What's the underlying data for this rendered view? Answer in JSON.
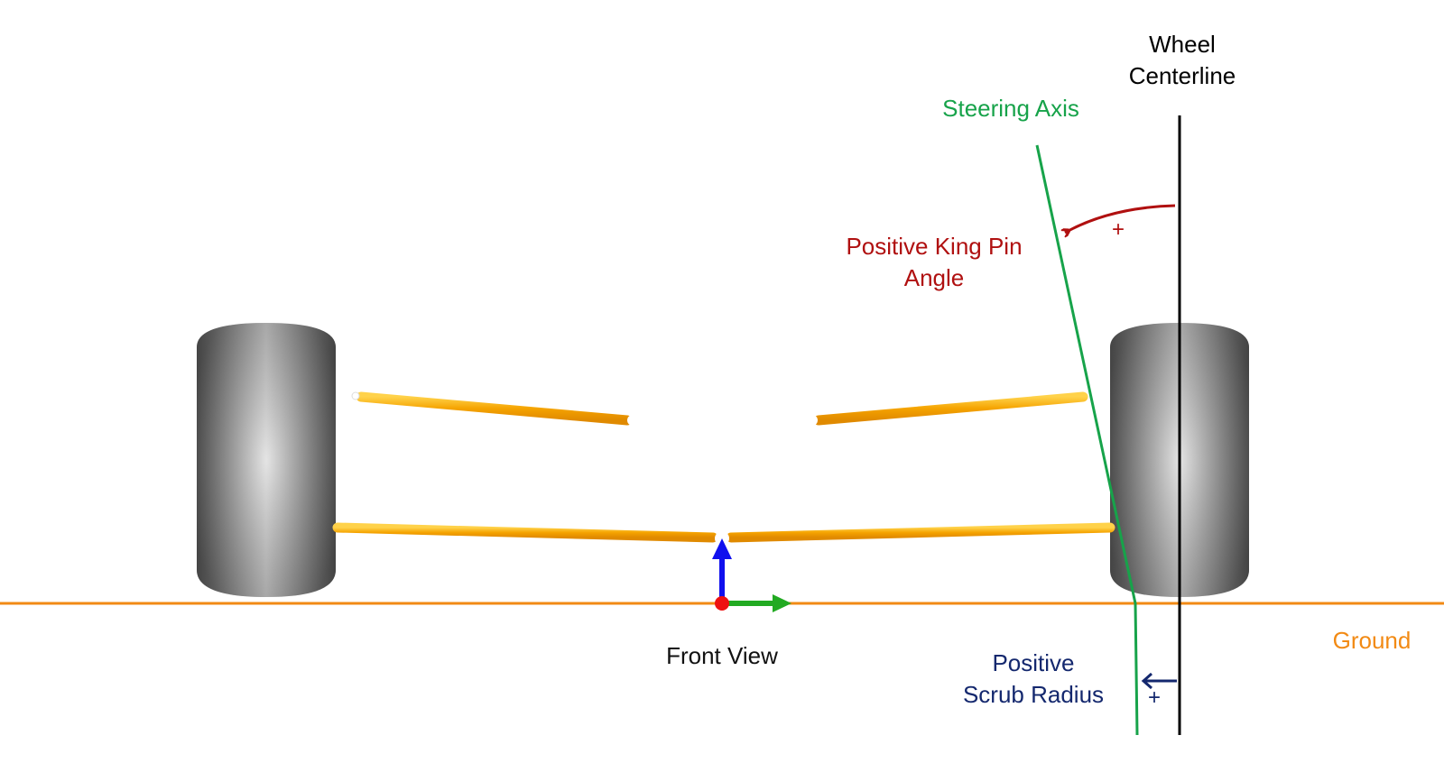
{
  "labels": {
    "wheel_centerline": [
      "Wheel",
      "Centerline"
    ],
    "steering_axis": "Steering Axis",
    "king_pin": [
      "Positive King Pin",
      "Angle"
    ],
    "front_view": "Front View",
    "scrub_radius": [
      "Positive",
      "Scrub Radius"
    ],
    "ground": "Ground",
    "king_pin_sign": "+",
    "scrub_sign": "+"
  },
  "colors": {
    "wheel_centerline": "#000000",
    "steering_axis": "#17a34a",
    "king_pin": "#b01010",
    "front_view": "#111111",
    "scrub_radius": "#14286e",
    "ground": "#f28a14",
    "control_arm": "#f5a300",
    "axis_up": "#1010ee",
    "axis_right": "#22aa22",
    "origin": "#ee1111"
  },
  "icons": {
    "tire": "tire-icon",
    "coordinate_triad": "axis-triad-icon"
  }
}
